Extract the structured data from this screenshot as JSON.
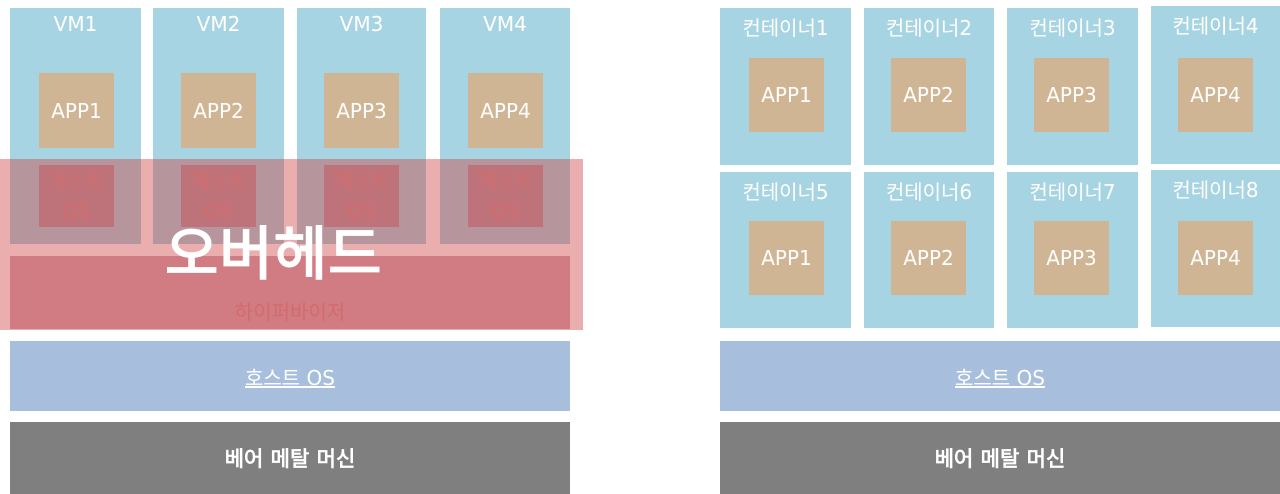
{
  "vm_side": {
    "vms": [
      {
        "label": "VM1",
        "app": "APP1"
      },
      {
        "label": "VM2",
        "app": "APP2"
      },
      {
        "label": "VM3",
        "app": "APP3"
      },
      {
        "label": "VM4",
        "app": "APP4"
      }
    ],
    "guest_os_line1": "게스트",
    "guest_os_line2": "OS",
    "overhead": "오버헤드",
    "hypervisor": "하이퍼바이저",
    "host_os": "호스트 OS",
    "bare_metal": "베어 메탈 머신"
  },
  "container_side": {
    "containers": [
      {
        "label": "컨테이너1",
        "app": "APP1"
      },
      {
        "label": "컨테이너2",
        "app": "APP2"
      },
      {
        "label": "컨테이너3",
        "app": "APP3"
      },
      {
        "label": "컨테이너4",
        "app": "APP4"
      },
      {
        "label": "컨테이너5",
        "app": "APP1"
      },
      {
        "label": "컨테이너6",
        "app": "APP2"
      },
      {
        "label": "컨테이너7",
        "app": "APP3"
      },
      {
        "label": "컨테이너8",
        "app": "APP4"
      }
    ],
    "host_os": "호스트 OS",
    "bare_metal": "베어 메탈 머신"
  },
  "colors": {
    "box": "#a7d4e2",
    "app": "#cfb593",
    "host_os": "#a7bfdd",
    "bare_metal": "#7f7f7f",
    "overhead": "#ce3e3e"
  }
}
